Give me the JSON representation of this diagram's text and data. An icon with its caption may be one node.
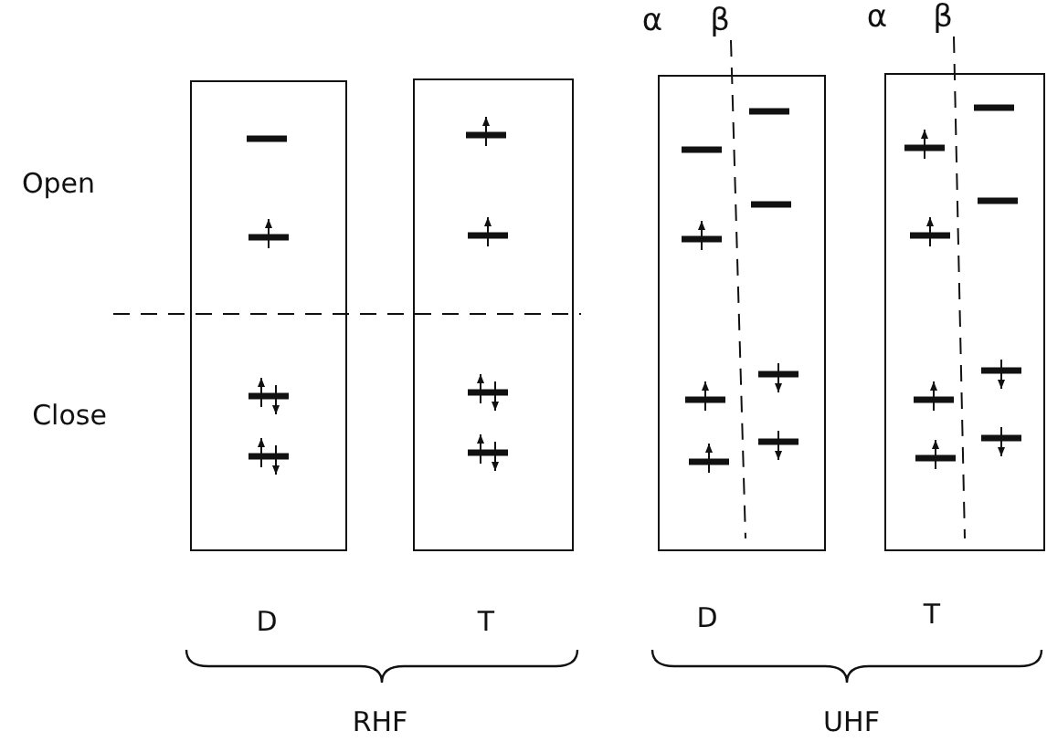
{
  "diagram": {
    "nodes": [
      {
        "text": [],
        "shape": "box",
        "beside": [
          "D"
        ]
      },
      {
        "text": [],
        "shape": "box",
        "beside": [
          "T"
        ]
      },
      {
        "text": [],
        "shape": "box",
        "beside": [
          "D"
        ]
      },
      {
        "text": [],
        "shape": "box",
        "beside": [
          "T"
        ]
      }
    ],
    "labels": [
      "α",
      "β",
      "α",
      "β",
      "Open",
      "Close",
      "RHF",
      "UHF"
    ]
  }
}
